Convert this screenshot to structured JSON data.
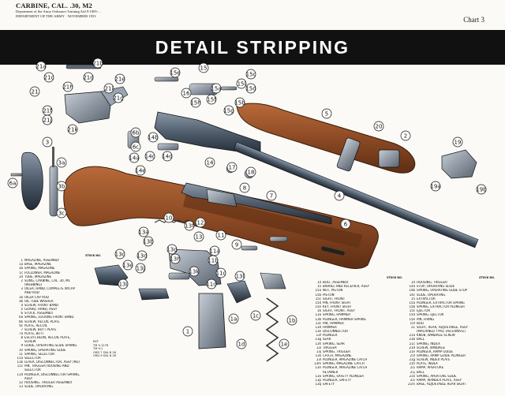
{
  "header": {
    "title": "CARBINE, CAL. .30, M2",
    "sub_lines": [
      "Department of the Army Ordnance Training Aid 9-1005-…",
      "DEPARTMENT OF THE ARMY · NOVEMBER 1953"
    ],
    "chart_number": "Chart 3"
  },
  "banner": {
    "text": "DETAIL  STRIPPING"
  },
  "callouts": [
    "21a",
    "21b",
    "21c",
    "21d",
    "21e",
    "21f",
    "21g",
    "21h",
    "21i",
    "21j",
    "21k",
    "21",
    "15",
    "15a",
    "15b",
    "15c",
    "15d",
    "15e",
    "15f",
    "15g",
    "15h",
    "15i",
    "16",
    "1",
    "1a",
    "1b",
    "1c",
    "1d",
    "1e",
    "2",
    "3",
    "3a",
    "3b",
    "3c",
    "4",
    "5",
    "6",
    "6a",
    "6b",
    "6c",
    "7",
    "8",
    "9",
    "10",
    "11",
    "11a",
    "11b",
    "11c",
    "11d",
    "12",
    "13",
    "13a",
    "13b",
    "13c",
    "13d",
    "13e",
    "13f",
    "13g",
    "13h",
    "13i",
    "13j",
    "13k",
    "13l",
    "14",
    "14a",
    "14b",
    "14c",
    "14d",
    "14e",
    "17",
    "18",
    "19",
    "19a",
    "19b",
    "20"
  ],
  "legend_left": {
    "head": "STOCK NO.",
    "items": [
      {
        "n": "1",
        "t": "MAGAZINE, ASSEMBLY"
      },
      {
        "n": "1a",
        "t": "BASE, MAGAZINE"
      },
      {
        "n": "1b",
        "t": "SPRING, MAGAZINE"
      },
      {
        "n": "1c",
        "t": "FOLLOWER, MAGAZINE"
      },
      {
        "n": "1d",
        "t": "TUBE, MAGAZINE"
      },
      {
        "n": "2",
        "t": "SLING, CARBINE, CAL .30, M1"
      },
      {
        "n": "",
        "t": "(WEBBING)"
      },
      {
        "n": "3",
        "t": "OILER, HAND, COMPLETE W/CAP"
      },
      {
        "n": "",
        "t": "AND ROD"
      },
      {
        "n": "3a",
        "t": "OILER CAP ROD"
      },
      {
        "n": "3b",
        "t": "OIL TUBE WASHER"
      },
      {
        "n": "4",
        "t": "SCREW, FRONT BAND"
      },
      {
        "n": "5",
        "t": "GUARD, HAND, ASSY"
      },
      {
        "n": "6",
        "t": "STOCK, ASSEMBLY"
      },
      {
        "n": "6a",
        "t": "SPRING, LOCKING FRONT BAND"
      },
      {
        "n": "6b",
        "t": "SCREW, RECOIL PLATE"
      },
      {
        "n": "6c",
        "t": "PLATE, RECOIL"
      },
      {
        "n": "7",
        "t": "SCREW, BUTT PLATE"
      },
      {
        "n": "7a",
        "t": "PLATE, BUTT"
      },
      {
        "n": "8",
        "t": "ESCUTCHEON, RECOIL PLATE,"
      },
      {
        "n": "",
        "t": "SCREW"
      },
      {
        "n": "9",
        "t": "GUIDE, OPERATING SLIDE SPRING"
      },
      {
        "n": "10",
        "t": "SPRING, OPERATING SLIDE"
      },
      {
        "n": "11",
        "t": "SPRING, SELECTOR"
      },
      {
        "n": "11a",
        "t": "SELECTOR"
      },
      {
        "n": "11b",
        "t": "LEVER, DISCONNECTOR, ASSY (M2)"
      },
      {
        "n": "11c",
        "t": "PIN, TRIGGER HOUSING AND"
      },
      {
        "n": "",
        "t": "SELECTOR"
      },
      {
        "n": "11d",
        "t": "PLUNGER, DISCONNECTOR SPRING,"
      },
      {
        "n": "",
        "t": "ASSY"
      },
      {
        "n": "12",
        "t": "HOUSING, TRIGGER ASSEMBLY"
      },
      {
        "n": "13",
        "t": "SLIDE, OPERATING"
      }
    ]
  },
  "legend_mid": {
    "head": "STOCK NO.",
    "items": [
      {
        "n": "14",
        "t": "BOLT, ASSEMBLY"
      },
      {
        "n": "15",
        "t": "BARREL AND RECEIVER, ASSY"
      },
      {
        "n": "15a",
        "t": "NUT, PISTON"
      },
      {
        "n": "15b",
        "t": "PISTON"
      },
      {
        "n": "15c",
        "t": "SIGHT, FRONT"
      },
      {
        "n": "15d",
        "t": "PIN, FRONT SIGHT"
      },
      {
        "n": "15e",
        "t": "KEY, FRONT SIGHT"
      },
      {
        "n": "16",
        "t": "SIGHT, FRONT, ASSY"
      },
      {
        "n": "13a",
        "t": "SPRING, HAMMER"
      },
      {
        "n": "13b",
        "t": "PLUNGER, HAMMER SPRING"
      },
      {
        "n": "13c",
        "t": "PIN, HAMMER"
      },
      {
        "n": "13d",
        "t": "HAMMER"
      },
      {
        "n": "13e",
        "t": "DISCONNECTOR"
      },
      {
        "n": "13f",
        "t": "PLUNGER"
      },
      {
        "n": "13g",
        "t": "SEAR"
      },
      {
        "n": "13h",
        "t": "SPRING, SEAR"
      },
      {
        "n": "13i",
        "t": "TRIGGER"
      },
      {
        "n": "13j",
        "t": "SPRING, TRIGGER"
      },
      {
        "n": "13k",
        "t": "CATCH, MAGAZINE"
      },
      {
        "n": "13l",
        "t": "PLUNGER, MAGAZINE CATCH"
      },
      {
        "n": "13m",
        "t": "SPRING, MAGAZINE CATCH"
      },
      {
        "n": "13n",
        "t": "PLUNGER, MAGAZINE CATCH"
      },
      {
        "n": "",
        "t": "RETAINER"
      },
      {
        "n": "13o",
        "t": "SPRING, SAFETY PLUNGER"
      },
      {
        "n": "13p",
        "t": "PLUNGER, SAFETY"
      },
      {
        "n": "13q",
        "t": "SAFETY"
      }
    ]
  },
  "legend_right": {
    "head": "STOCK NO.",
    "items": [
      {
        "n": "14",
        "t": "HOUSING, TRIGGER"
      },
      {
        "n": "14a",
        "t": "STOP, OPERATING SLIDE"
      },
      {
        "n": "14b",
        "t": "SPRING, OPERATING SLIDE STOP"
      },
      {
        "n": "14c",
        "t": "SLIDE, OPERATING"
      },
      {
        "n": "15",
        "t": "EXTRACTOR"
      },
      {
        "n": "15a",
        "t": "PLUNGER, EXTRACTOR SPRING"
      },
      {
        "n": "15b",
        "t": "SPRING, EXTRACTOR PLUNGER"
      },
      {
        "n": "15c",
        "t": "EJECTOR"
      },
      {
        "n": "15d",
        "t": "SPRING, EJECTOR"
      },
      {
        "n": "15e",
        "t": "PIN, FIRING"
      },
      {
        "n": "15f",
        "t": "BOLT"
      },
      {
        "n": "21",
        "t": "SIGHT, REAR, ADJUSTABLE, ASSY"
      },
      {
        "n": "",
        "t": "(MACHINED TYPE) (ALTERNATE)"
      },
      {
        "n": "21a",
        "t": "KNOB, WINDAGE SCREW"
      },
      {
        "n": "21b",
        "t": "BALL"
      },
      {
        "n": "21c",
        "t": "SPRING, INDEX"
      },
      {
        "n": "21d",
        "t": "SCREW, WINDAGE"
      },
      {
        "n": "21e",
        "t": "PLUNGER, RAMP GUIDE"
      },
      {
        "n": "21f",
        "t": "SPRING, RAMP GUIDE PLUNGER"
      },
      {
        "n": "21g",
        "t": "SCREW, INDEX PLATE"
      },
      {
        "n": "21h",
        "t": "PLATE, INDEX"
      },
      {
        "n": "21i",
        "t": "RAMP, APERTURE"
      },
      {
        "n": "21j",
        "t": "BALL"
      },
      {
        "n": "21k",
        "t": "SPRING, APERTURE SLIDE"
      },
      {
        "n": "21l",
        "t": "RAMP, W/INDEX PLATE, ASSY"
      },
      {
        "n": "21m",
        "t": "BASE, ADJUSTABLE REAR SIGHT"
      }
    ]
  },
  "reference": {
    "head": "REF",
    "lines": [
      "TM 9-1276",
      "TM 9-1",
      "ORD 7 SNL B 28",
      "ORD 9 SNL B 28"
    ]
  }
}
